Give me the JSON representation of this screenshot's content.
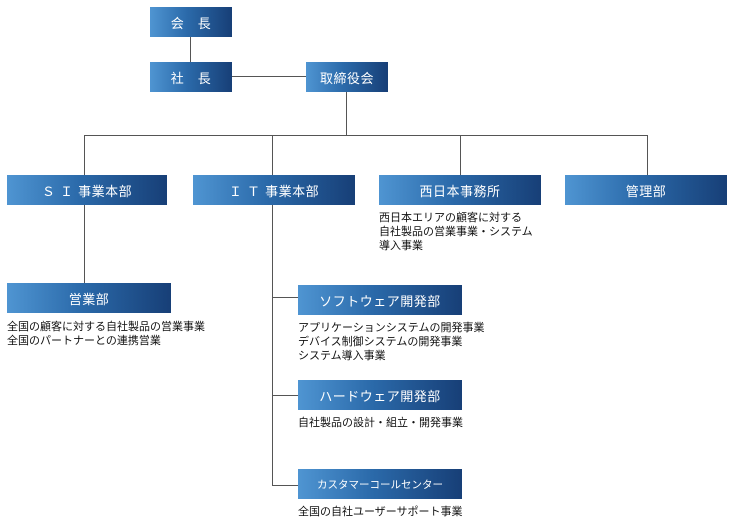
{
  "nodes": {
    "chairman": "会　長",
    "president": "社　長",
    "board": "取締役会",
    "si_division": "Ｓ Ｉ 事業本部",
    "it_division": "Ｉ Ｔ 事業本部",
    "west_japan_office": "西日本事務所",
    "admin_dept": "管理部",
    "sales_dept": "営業部",
    "software_dept": "ソフトウェア開発部",
    "hardware_dept": "ハードウェア開発部",
    "call_center": "カスタマーコールセンター"
  },
  "descriptions": {
    "west_japan_office": [
      "西日本エリアの顧客に対する",
      "自社製品の営業事業・システム",
      "導入事業"
    ],
    "sales_dept": [
      "全国の顧客に対する自社製品の営業事業",
      "全国のパートナーとの連携営業"
    ],
    "software_dept": [
      "アプリケーションシステムの開発事業",
      "デバイス制御システムの開発事業",
      "システム導入事業"
    ],
    "hardware_dept": [
      "自社製品の設計・組立・開発事業"
    ],
    "call_center": [
      "全国の自社ユーザーサポート事業"
    ]
  }
}
